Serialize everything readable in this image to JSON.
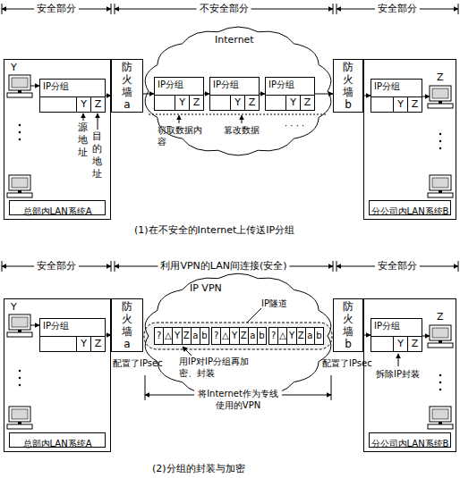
{
  "diagram": {
    "nodes": [
      {
        "text": [
          "总部内LAN系统A"
        ]
      },
      {
        "text": [
          "IP分组",
          "Y",
          "Z"
        ],
        "in": 0
      },
      {
        "text": [
          "防火墙 a"
        ]
      },
      {
        "text": [
          "Internet"
        ]
      },
      {
        "text": [
          "IP分组",
          "Y",
          "Z"
        ],
        "in": 3
      },
      {
        "text": [
          "IP分组",
          "Y",
          "Z"
        ],
        "in": 3
      },
      {
        "text": [
          "IP分组",
          "Y",
          "Z"
        ],
        "in": 3
      },
      {
        "text": [
          "防火墙 b"
        ]
      },
      {
        "text": [
          "分公司内LAN系统B"
        ]
      },
      {
        "text": [
          "IP分组",
          "Y",
          "Z"
        ],
        "in": 8
      },
      {
        "text": [
          "总部内LAN系统A"
        ]
      },
      {
        "text": [
          "IP分组",
          "Y",
          "Z"
        ],
        "in": 10
      },
      {
        "text": [
          "防火墙 a"
        ]
      },
      {
        "text": [
          "IP VPN"
        ]
      },
      {
        "text": [
          "?",
          "△",
          "Y",
          "Z",
          "a",
          "b"
        ],
        "in": 13
      },
      {
        "text": [
          "?",
          "△",
          "Y",
          "Z",
          "a",
          "b"
        ],
        "in": 13
      },
      {
        "text": [
          "?",
          "△",
          "Y",
          "Z",
          "a",
          "b"
        ],
        "in": 13
      },
      {
        "text": [
          "防火墙 b"
        ]
      },
      {
        "text": [
          "分公司内LAN系统B"
        ]
      },
      {
        "text": [
          "IP分组",
          "Y",
          "Z"
        ],
        "in": 18
      }
    ],
    "edges": [
      {
        "from": 1,
        "to": 2,
        "arrow": "to"
      },
      {
        "from": 2,
        "to": 4,
        "arrow": "to"
      },
      {
        "from": 4,
        "to": 5,
        "arrow": "to"
      },
      {
        "from": 5,
        "to": 6,
        "arrow": "to"
      },
      {
        "from": 6,
        "to": 7,
        "arrow": "to"
      },
      {
        "from": 7,
        "to": 9,
        "arrow": "to"
      },
      {
        "from": 11,
        "to": 12,
        "arrow": "to"
      },
      {
        "from": 17,
        "to": 19,
        "arrow": "to"
      }
    ],
    "labels": [
      "安全部分",
      "不安全部分",
      "安全部分",
      "Y",
      "源地址",
      "目的地址",
      "窃取数据内容",
      "篡改数据",
      "· · · ·",
      "Z",
      "(1)在不安全的Internet上传送IP分组",
      "安全部分",
      "利用VPN的LAN间连接(安全)",
      "安全部分",
      "Y",
      "IP隧道",
      "用IP对IP分组再加密、封装",
      "配置了IPsec",
      "将Internet作为专线使用的VPN",
      "配置了IPsec",
      "拆除IP封装",
      "Z",
      "(2)分组的封装与加密"
    ]
  }
}
